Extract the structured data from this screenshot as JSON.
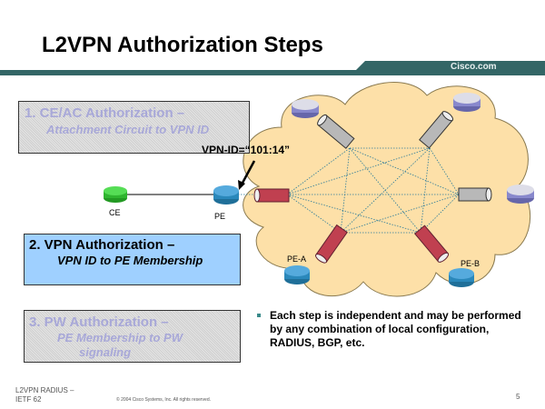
{
  "slide": {
    "title": "L2VPN Authorization Steps",
    "brand": "Cisco.com",
    "colors": {
      "header_bar": "#336666",
      "cloud": "#fde0a8",
      "tunnel_red": "#c04050",
      "tunnel_gray": "#b8b8b8",
      "router_blue": "#3399cc",
      "router_green": "#33cc33",
      "router_purple": "#8888cc",
      "step2_bg": "#9fd0ff"
    }
  },
  "steps": [
    {
      "heading": "1. CE/AC Authorization –",
      "sub": "Attachment Circuit to VPN ID",
      "state": "faded"
    },
    {
      "heading": "2. VPN Authorization –",
      "sub": "VPN ID to PE Membership",
      "state": "active"
    },
    {
      "heading": "3. PW Authorization –",
      "sub": "PE Membership to PW",
      "sub2": "signaling",
      "state": "faded"
    }
  ],
  "diagram": {
    "vpn_id_label": "VPN-ID=“101:14”",
    "nodes": {
      "ce": "CE",
      "pe": "PE",
      "pe_a": "PE-A",
      "pe_b": "PE-B"
    }
  },
  "bullet": "Each step is independent and may be performed by any combination of local configuration, RADIUS, BGP, etc.",
  "footer": {
    "left_line1": "L2VPN RADIUS –",
    "left_line2": "IETF 62",
    "copyright": "© 2004 Cisco Systems, Inc. All rights reserved.",
    "page": "5"
  }
}
